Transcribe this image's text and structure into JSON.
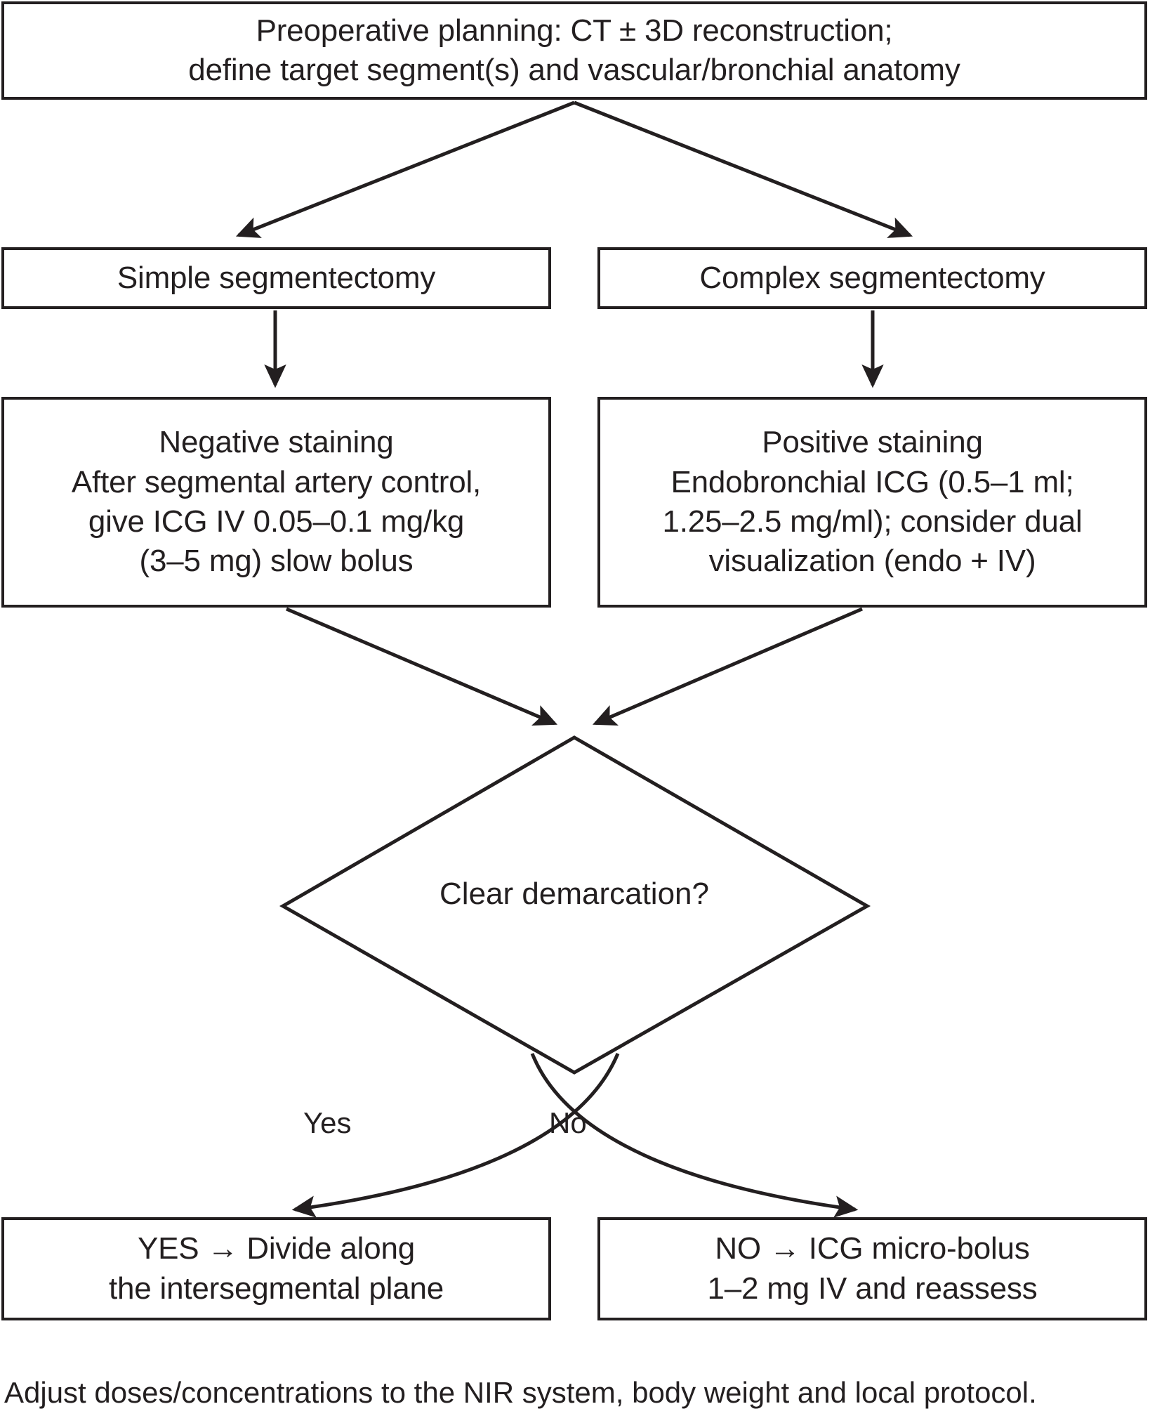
{
  "diagram": {
    "type": "flowchart",
    "title_node": {
      "name": "preoperative-planning",
      "lines": [
        "Preoperative planning: CT ± 3D reconstruction;",
        "define target segment(s) and vascular/bronchial anatomy"
      ]
    },
    "branch_nodes": [
      {
        "name": "simple-segmentectomy",
        "lines": [
          "Simple segmentectomy"
        ]
      },
      {
        "name": "complex-segmentectomy",
        "lines": [
          "Complex segmentectomy"
        ]
      }
    ],
    "staining_nodes": [
      {
        "name": "negative-staining",
        "lines": [
          "Negative staining",
          "After segmental artery control,",
          "give ICG IV 0.05–0.1 mg/kg",
          "(3–5 mg) slow bolus"
        ]
      },
      {
        "name": "positive-staining",
        "lines": [
          "Positive staining",
          "Endobronchial ICG (0.5–1 ml;",
          "1.25–2.5 mg/ml); consider dual",
          "visualization (endo + IV)"
        ]
      }
    ],
    "decision": {
      "name": "clear-demarcation",
      "label": "Clear demarcation?"
    },
    "edge_labels": {
      "yes": "Yes",
      "no": "No"
    },
    "outcome_nodes": [
      {
        "name": "yes-outcome",
        "lines": [
          "YES → Divide along",
          "the intersegmental plane"
        ]
      },
      {
        "name": "no-outcome",
        "lines": [
          "NO → ICG micro-bolus",
          "1–2 mg IV and reassess"
        ]
      }
    ],
    "caption": "Adjust doses/concentrations to the NIR system, body weight and local protocol.",
    "colors": {
      "stroke": "#231f20",
      "fill": "#ffffff",
      "text": "#231f20"
    }
  }
}
